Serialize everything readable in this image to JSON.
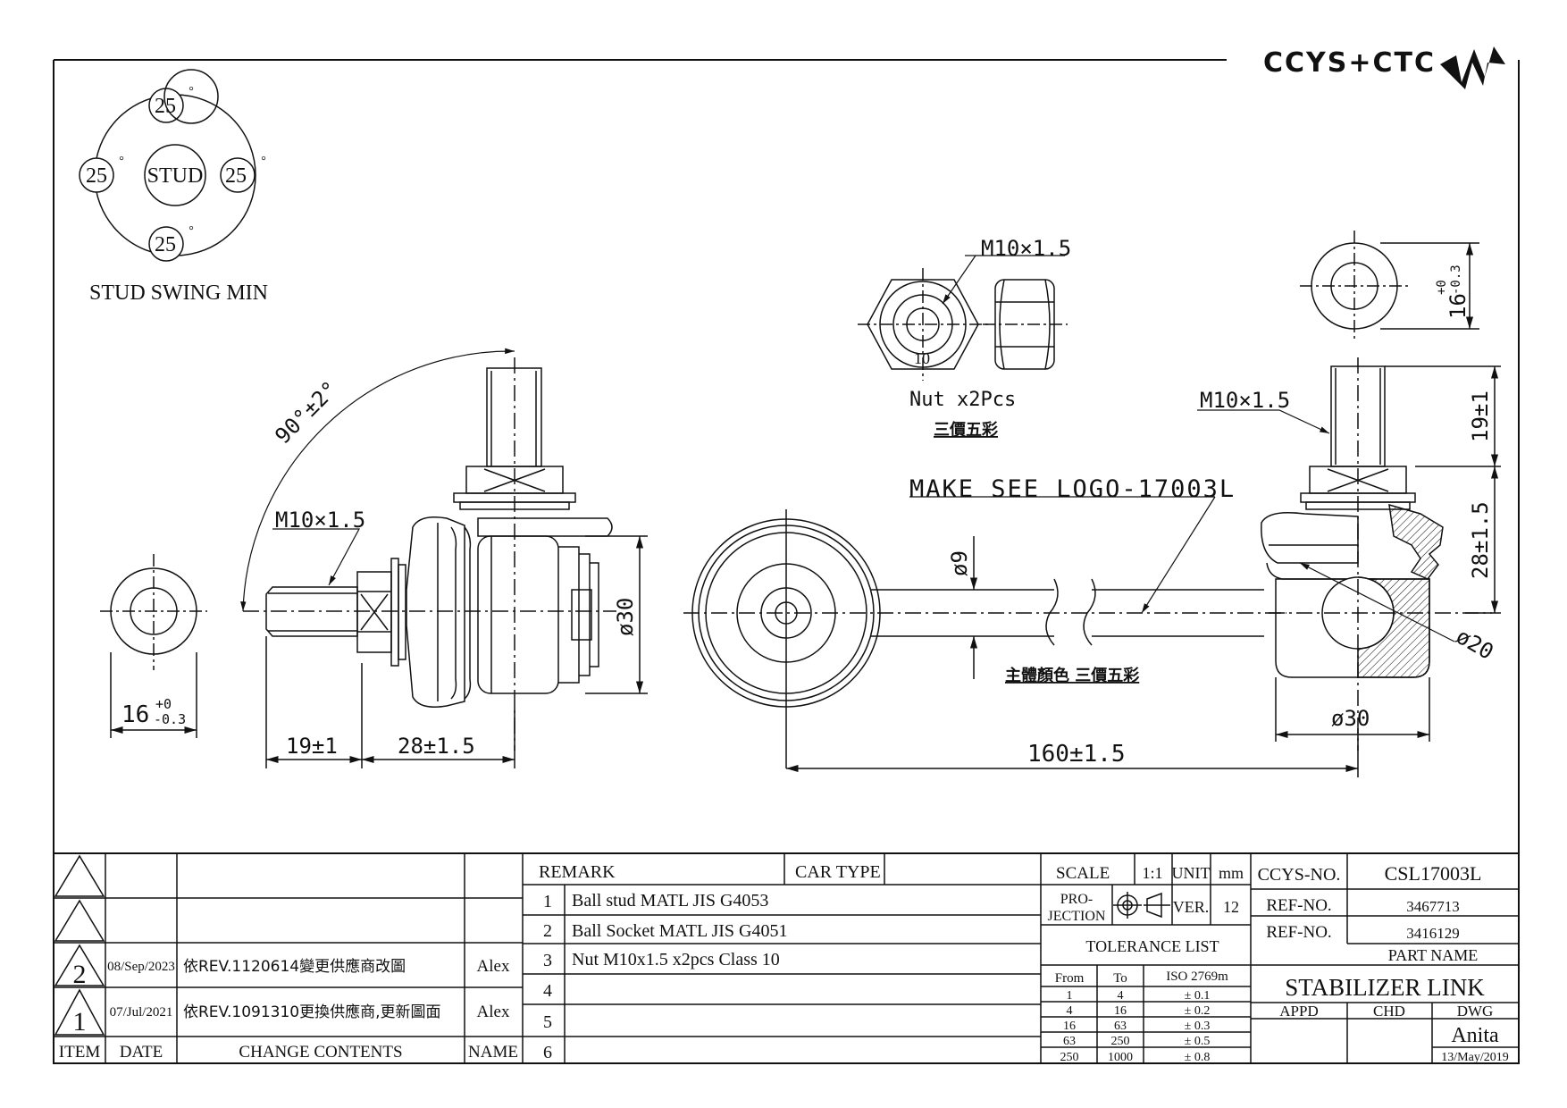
{
  "logo": {
    "text": "CCYS+CTC"
  },
  "stud_swing": {
    "angle_top": "25",
    "angle_left": "25",
    "angle_right": "25",
    "angle_bottom": "25",
    "degree_mark": "°",
    "center": "STUD",
    "caption": "STUD SWING MIN"
  },
  "left_view": {
    "angle": "90°±2°",
    "thread": "M10×1.5",
    "washer_dim": "16",
    "washer_tol_upper": "+0",
    "washer_tol_lower": "-0.3",
    "dim_stud": "19±1",
    "dim_body": "28±1.5",
    "dim_dia": "ø30"
  },
  "nut_view": {
    "thread": "M10×1.5",
    "mark": "10",
    "label": "Nut x2Pcs",
    "color_note": "三價五彩"
  },
  "bar_view": {
    "make_note": "MAKE SEE LOGO-17003L",
    "bar_dia": "ø9",
    "color_note": "主體顏色 三價五彩",
    "length": "160±1.5"
  },
  "right_view": {
    "washer_dim": "16",
    "washer_tol_upper": "+0",
    "washer_tol_lower": "-0.3",
    "thread": "M10×1.5",
    "dim_stud": "19±1",
    "dim_body": "28±1.5",
    "dim_ball": "ø20",
    "dim_dia": "ø30"
  },
  "revisions": {
    "rows": [
      {
        "item": "",
        "date": "",
        "content": "",
        "name": ""
      },
      {
        "item": "",
        "date": "",
        "content": "",
        "name": ""
      },
      {
        "item": "2",
        "date": "08/Sep/2023",
        "content": "依REV.1120614變更供應商改圖",
        "name": "Alex"
      },
      {
        "item": "1",
        "date": "07/Jul/2021",
        "content": "依REV.1091310更換供應商,更新圖面",
        "name": "Alex"
      }
    ],
    "headers": {
      "item": "ITEM",
      "date": "DATE",
      "content": "CHANGE CONTENTS",
      "name": "NAME"
    }
  },
  "remarks": {
    "header": "REMARK",
    "car_type_label": "CAR TYPE",
    "car_type_value": "",
    "items": [
      {
        "no": "1",
        "text": "Ball stud MATL JIS G4053"
      },
      {
        "no": "2",
        "text": "Ball Socket MATL JIS G4051"
      },
      {
        "no": "3",
        "text": "Nut M10x1.5 x2pcs Class 10"
      },
      {
        "no": "4",
        "text": ""
      },
      {
        "no": "5",
        "text": ""
      },
      {
        "no": "6",
        "text": ""
      }
    ]
  },
  "title_block": {
    "scale_label": "SCALE",
    "scale_value": "1:1",
    "unit_label": "UNIT",
    "unit_value": "mm",
    "projection_label_1": "PRO-",
    "projection_label_2": "JECTION",
    "ver_label": "VER.",
    "ver_value": "12",
    "tolerance_title": "TOLERANCE LIST",
    "tol_headers": {
      "from": "From",
      "to": "To",
      "std": "ISO 2769m"
    },
    "tolerances": [
      {
        "from": "1",
        "to": "4",
        "tol": "± 0.1"
      },
      {
        "from": "4",
        "to": "16",
        "tol": "± 0.2"
      },
      {
        "from": "16",
        "to": "63",
        "tol": "± 0.3"
      },
      {
        "from": "63",
        "to": "250",
        "tol": "± 0.5"
      },
      {
        "from": "250",
        "to": "1000",
        "tol": "± 0.8"
      }
    ],
    "ccys_no_label": "CCYS-NO.",
    "ccys_no_value": "CSL17003L",
    "ref_no_label": "REF-NO.",
    "ref_no_1": "3467713",
    "ref_no_2": "3416129",
    "part_name_label": "PART NAME",
    "part_name_value": "STABILIZER LINK",
    "appd_label": "APPD",
    "chd_label": "CHD",
    "dwg_label": "DWG",
    "dwg_name": "Anita",
    "dwg_date": "13/May/2019"
  }
}
